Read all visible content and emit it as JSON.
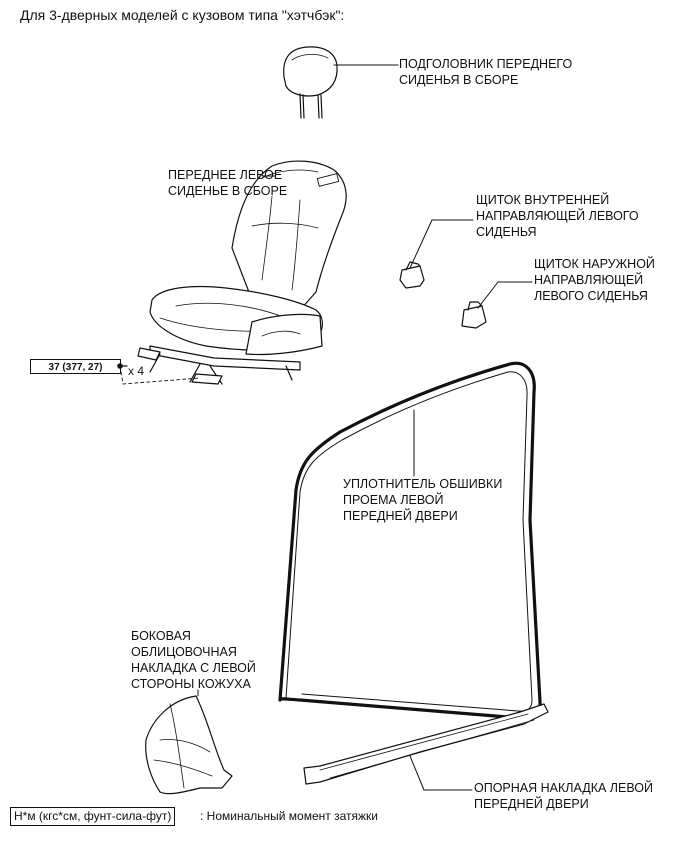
{
  "heading": "Для 3-дверных моделей с кузовом типа \"хэтчбэк\":",
  "labels": {
    "headrest": [
      "ПОДГОЛОВНИК ПЕРЕДНЕГО",
      "СИДЕНЬЯ В СБОРЕ"
    ],
    "front_seat": [
      "ПЕРЕДНЕЕ ЛЕВОЕ",
      "СИДЕНЬЕ В СБОРЕ"
    ],
    "inner_rail_cover": [
      "ЩИТОК ВНУТРЕННЕЙ",
      "НАПРАВЛЯЮЩЕЙ ЛЕВОГО",
      "СИДЕНЬЯ"
    ],
    "outer_rail_cover": [
      "ЩИТОК НАРУЖНОЙ",
      "НАПРАВЛЯЮЩЕЙ",
      "ЛЕВОГО СИДЕНЬЯ"
    ],
    "door_weatherstrip": [
      "УПЛОТНИТЕЛЬ ОБШИВКИ",
      "ПРОЕМА ЛЕВОЙ",
      "ПЕРЕДНЕЙ ДВЕРИ"
    ],
    "cowl_side_trim": [
      "БОКОВАЯ",
      "ОБЛИЦОВОЧНАЯ",
      "НАКЛАДКА С ЛЕВОЙ",
      "СТОРОНЫ КОЖУХА"
    ],
    "door_scuff_plate": [
      "ОПОРНАЯ НАКЛАДКА ЛЕВОЙ",
      "ПЕРЕДНЕЙ ДВЕРИ"
    ]
  },
  "torque": {
    "value": "37 (377, 27)",
    "quantity": "x 4"
  },
  "legend": {
    "units": "Н*м (кгс*см, фунт-сила-фут)",
    "description": ": Номинальный момент затяжки"
  }
}
